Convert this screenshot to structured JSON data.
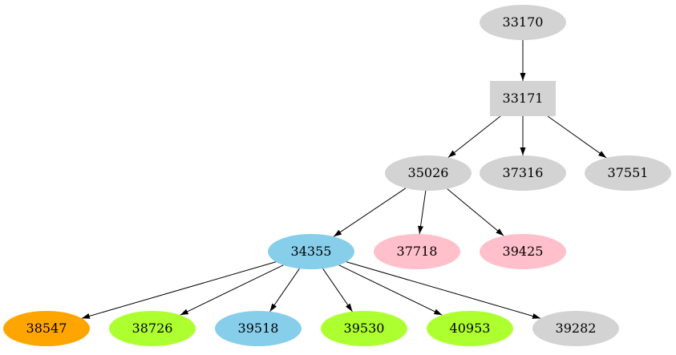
{
  "graph": {
    "nodes": [
      {
        "id": "33170",
        "label": "33170",
        "shape": "ellipse",
        "color": "#d3d3d3"
      },
      {
        "id": "33171",
        "label": "33171",
        "shape": "box",
        "color": "#d3d3d3"
      },
      {
        "id": "35026",
        "label": "35026",
        "shape": "ellipse",
        "color": "#d3d3d3"
      },
      {
        "id": "37316",
        "label": "37316",
        "shape": "ellipse",
        "color": "#d3d3d3"
      },
      {
        "id": "37551",
        "label": "37551",
        "shape": "ellipse",
        "color": "#d3d3d3"
      },
      {
        "id": "34355",
        "label": "34355",
        "shape": "ellipse",
        "color": "#87ceeb"
      },
      {
        "id": "37718",
        "label": "37718",
        "shape": "ellipse",
        "color": "#ffc0cb"
      },
      {
        "id": "39425",
        "label": "39425",
        "shape": "ellipse",
        "color": "#ffc0cb"
      },
      {
        "id": "38547",
        "label": "38547",
        "shape": "ellipse",
        "color": "#ffa500"
      },
      {
        "id": "38726",
        "label": "38726",
        "shape": "ellipse",
        "color": "#adff2f"
      },
      {
        "id": "39518",
        "label": "39518",
        "shape": "ellipse",
        "color": "#87ceeb"
      },
      {
        "id": "39530",
        "label": "39530",
        "shape": "ellipse",
        "color": "#adff2f"
      },
      {
        "id": "40953",
        "label": "40953",
        "shape": "ellipse",
        "color": "#adff2f"
      },
      {
        "id": "39282",
        "label": "39282",
        "shape": "ellipse",
        "color": "#d3d3d3"
      }
    ],
    "edges": [
      [
        "33170",
        "33171"
      ],
      [
        "33171",
        "35026"
      ],
      [
        "33171",
        "37316"
      ],
      [
        "33171",
        "37551"
      ],
      [
        "35026",
        "34355"
      ],
      [
        "35026",
        "37718"
      ],
      [
        "35026",
        "39425"
      ],
      [
        "34355",
        "38547"
      ],
      [
        "34355",
        "38726"
      ],
      [
        "34355",
        "39518"
      ],
      [
        "34355",
        "39530"
      ],
      [
        "34355",
        "40953"
      ],
      [
        "34355",
        "39282"
      ]
    ]
  }
}
